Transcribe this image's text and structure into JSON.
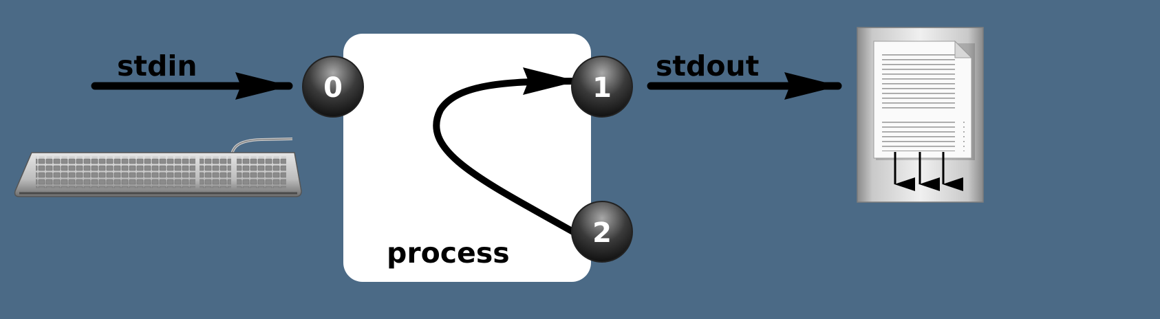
{
  "labels": {
    "stdin": "stdin",
    "stdout": "stdout",
    "process": "process"
  },
  "descriptors": {
    "stdin": "0",
    "stdout": "1",
    "stderr": "2"
  },
  "icons": {
    "input_device": "keyboard-icon",
    "output_device": "document-icon"
  },
  "colors": {
    "background": "#4b6a86",
    "process_box": "#ffffff",
    "arrows": "#000000",
    "port_dark": "#1a1a1a",
    "port_light": "#9a9a9a"
  }
}
